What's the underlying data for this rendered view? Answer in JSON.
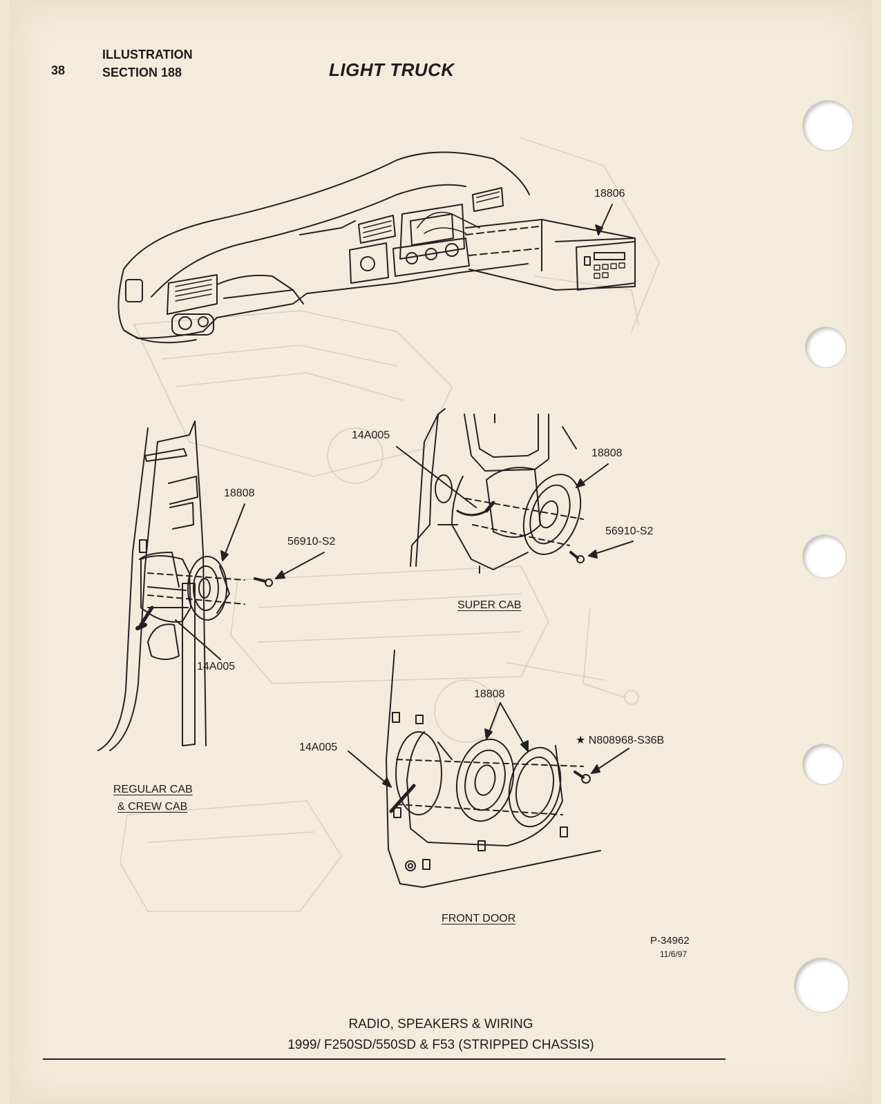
{
  "header": {
    "page_number": "38",
    "illustration_line1": "ILLUSTRATION",
    "illustration_line2": "SECTION 188",
    "title": "LIGHT TRUCK"
  },
  "callouts": {
    "radio": "18806",
    "speaker_left": "18808",
    "screw_left": "56910-S2",
    "harness_left": "14A005",
    "harness_super": "14A005",
    "speaker_super": "18808",
    "screw_super": "56910-S2",
    "speaker_door": "18808",
    "screw_door": "★ N808968-S36B",
    "harness_door": "14A005"
  },
  "captions": {
    "regular_line1": "REGULAR CAB",
    "regular_line2": "& CREW CAB",
    "super_cab": "SUPER CAB",
    "front_door": "FRONT DOOR"
  },
  "part_ref": {
    "number": "P-34962",
    "date": "11/6/97"
  },
  "footer": {
    "line1": "RADIO, SPEAKERS & WIRING",
    "line2": "1999/ F250SD/550SD & F53 (STRIPPED CHASSIS)"
  }
}
